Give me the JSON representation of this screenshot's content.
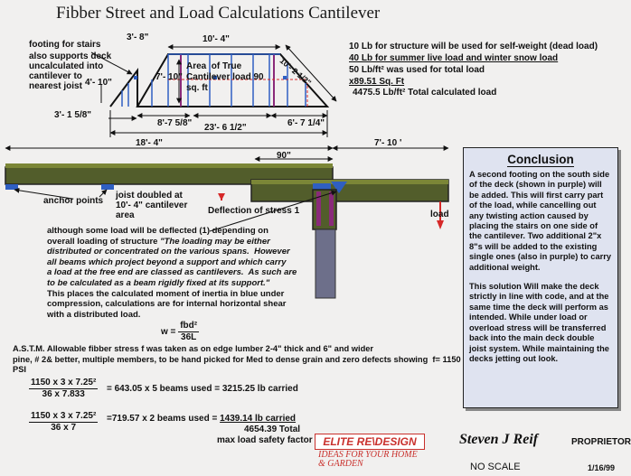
{
  "title": "Fibber Street and Load Calculations Cantilever",
  "top_view": {
    "footing_label": "footing for stairs",
    "supports_note": "also supports deck\nuncalculated into\ncantilever to\nnearest joist",
    "dim_3_8": "3'- 8\"",
    "dim_10_4": "10'- 4\"",
    "dim_4_10": "4'- 10\"",
    "dim_7_10": "7'- 10\"",
    "dim_10_2": "10'- 2 1/2\"",
    "area_text": "Area  of True\nCantilever load 90\nsq. ft",
    "dim_3_1_5_8": "3'- 1 5/8\"",
    "dim_8_7_5_8": "8'-7 5/8\"",
    "dim_6_7_1_4": "6'- 7 1/4\"",
    "dim_23_6_1_2": "23'- 6 1/2\""
  },
  "loads": {
    "line1": "10 Lb for structure will be used for self-weight (dead load)",
    "line2": "40 Lb for summer live load and winter snow load",
    "line3": "50 Lb/ft² was used for total load",
    "line4": "x89.51 Sq. Ft",
    "line5": "4475.5 Lb/ft² Total calculated load"
  },
  "side_view": {
    "dim_18_4": "18'- 4\"",
    "dim_7_10": "7'- 10 '",
    "dim_90": "90\"",
    "anchor_label": "anchor points",
    "joist_label": "joist doubled at\n10'- 4\" cantilever\narea",
    "deflection_label": "Deflection of stress 1",
    "load_label": "load"
  },
  "explanation": {
    "line1": "although some load will be deflected (1) depending on",
    "line2_plain": "overall loading of structure ",
    "line2_italic": "\"The loading may be either",
    "italic_lines": "distributed or concentrated on the various spans.  However\nall beams which project beyond a support and which carry\na load at the free end are classed as cantilevers.  As such are\nto be calculated as a beam rigidly fixed at its support.\"",
    "tail": "This places the calculated moment of inertia in blue under\ncompression, calculations are for internal horizontal shear\nwith a distributed load."
  },
  "formula": {
    "w": "w =",
    "num": "fbd²",
    "den": "36L"
  },
  "astm": "A.S.T.M. Allowable fibber stress f was taken as on edge lumber 2-4\" thick and 6\" and wider\npine, # 2& better, multiple members, to be hand picked for Med to dense grain and zero defects showing  f= 1150\nPSI",
  "calc1": {
    "num": "1150 x 3 x 7.25²",
    "den": "36 x 7.833",
    "result": "= 643.05 x 5 beams used = 3215.25 lb carried"
  },
  "calc2": {
    "num": "1150 x 3 x 7.25²",
    "den": "36 x 7",
    "result_a": "=719.57 x 2 beams used = ",
    "result_b": "1439.14 lb carried",
    "total": "4654.39 Total",
    "safety": "max load safety factor 2+"
  },
  "conclusion": {
    "heading": "Conclusion",
    "p1": "A second footing on the south side of the deck (shown in purple) will be added.  This will first carry part of the load, while cancelling out  any  twisting action caused by placing the stairs on one side of the cantilever. Two additional 2\"x 8\"s will be added to the existing single ones (also in purple) to carry additional weight.",
    "p2": "This solution Will make the deck strictly in line with code, and at the same time the deck will perform as intended.  While under load or overload stress will be transferred back into the main deck double joist system. While maintaining the decks jetting out look."
  },
  "footer": {
    "brand": "ELITE RE\\DESIGN",
    "tagline": "IDEAS FOR YOUR HOME\n& GARDEN",
    "signature": "Steven J Reif",
    "role": "PROPRIETOR",
    "scale": "NO SCALE",
    "date": "1/16/99"
  },
  "colors": {
    "beam": "#525d2b",
    "beam_light": "#7b8637",
    "blue": "#2f5fc2",
    "purple": "#8a2a7a",
    "red": "#d62828",
    "post": "#6d6f8a",
    "panel": "#dfe3f0"
  }
}
